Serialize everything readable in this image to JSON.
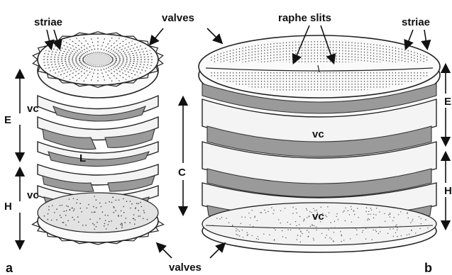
{
  "labels": {
    "striae_left": "striae",
    "valves_top": "valves",
    "raphe_slits": "raphe slits",
    "striae_right": "striae",
    "e_left": "E",
    "vc_a_top": "vc",
    "l_label": "L",
    "c_label": "C",
    "h_left": "H",
    "vc_a_bottom": "vc",
    "vc_b_top": "vc",
    "vc_b_bottom": "vc",
    "e_right": "E",
    "h_right": "H",
    "valves_bottom": "valves",
    "panel_a": "a",
    "panel_b": "b"
  },
  "colors": {
    "dark_band": "#9a9a9a",
    "light_band": "#f4f4f4",
    "outline": "#222222"
  }
}
